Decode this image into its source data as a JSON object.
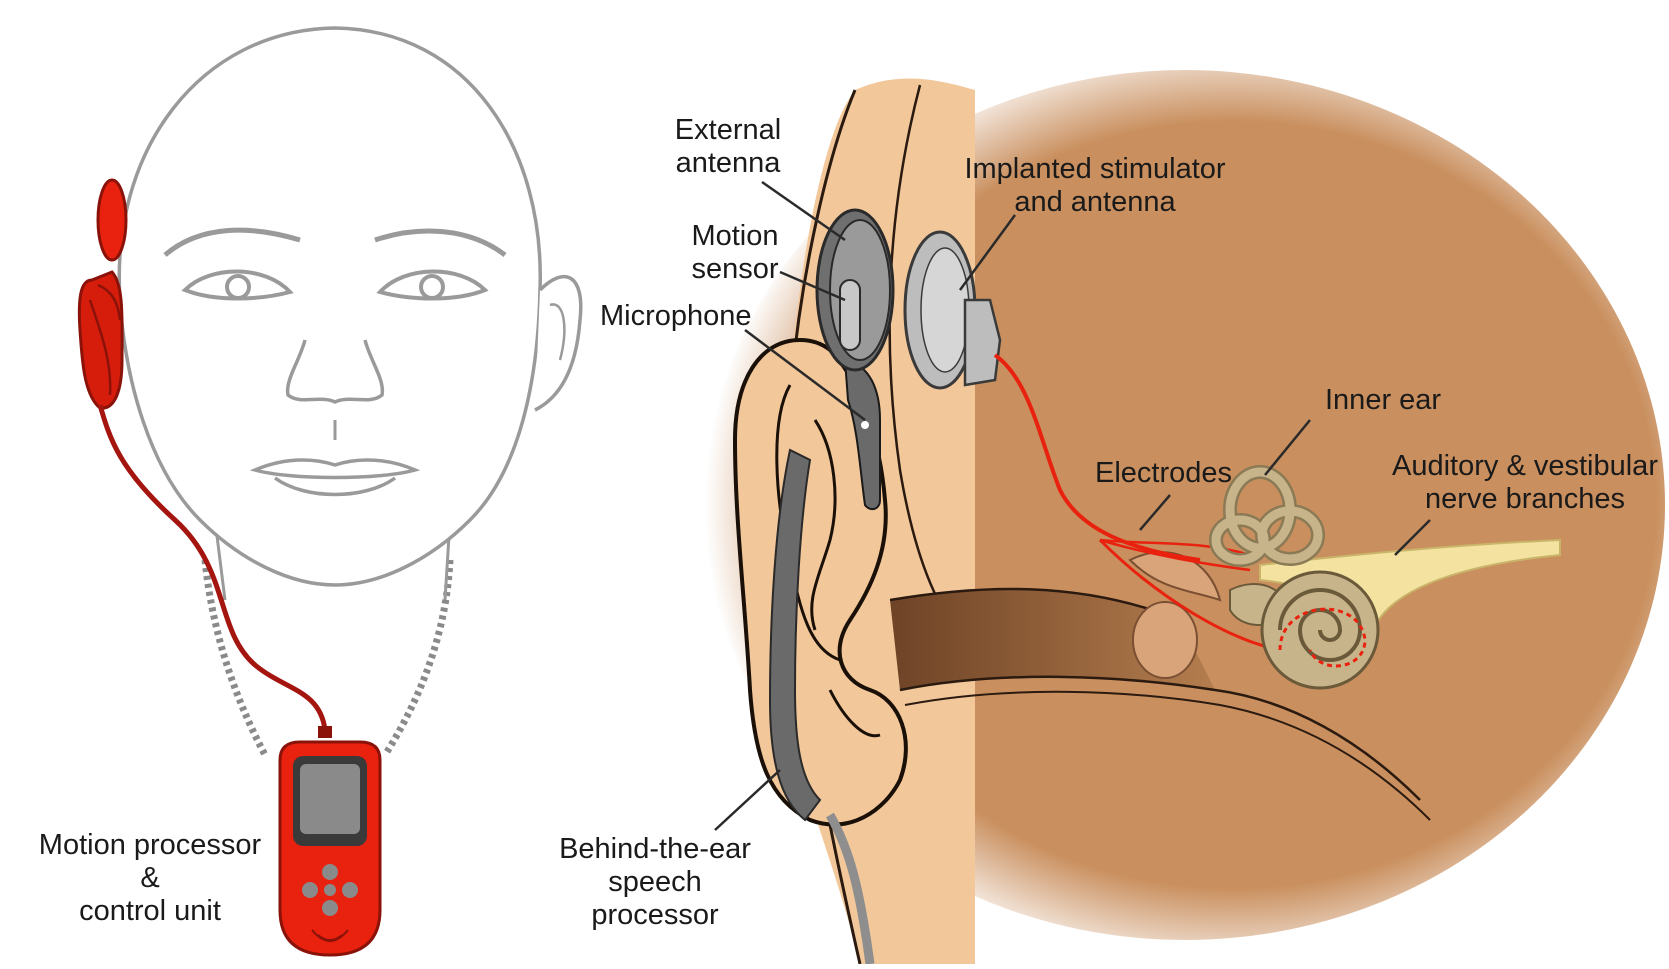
{
  "labels": {
    "external_antenna": [
      "External",
      "antenna"
    ],
    "motion_sensor": [
      "Motion",
      "sensor"
    ],
    "microphone": "Microphone",
    "implanted_stimulator": [
      "Implanted stimulator",
      "and antenna"
    ],
    "inner_ear": "Inner ear",
    "electrodes": "Electrodes",
    "auditory_nerve": [
      "Auditory & vestibular",
      "nerve branches"
    ],
    "behind_ear_processor": [
      "Behind-the-ear",
      "speech",
      "processor"
    ],
    "motion_processor": [
      "Motion processor",
      "&",
      "control unit"
    ]
  },
  "colors": {
    "device_red": "#e8220f",
    "dark_red": "#9c1208",
    "wire": "#a51510",
    "skin": "#f2c79a",
    "tissue": "#c98f5e",
    "head_outline": "#9a9a9a",
    "device_grey": "#8e8e8e",
    "nerve": "#f4e3a0",
    "cochlea": "#c8b48a"
  }
}
